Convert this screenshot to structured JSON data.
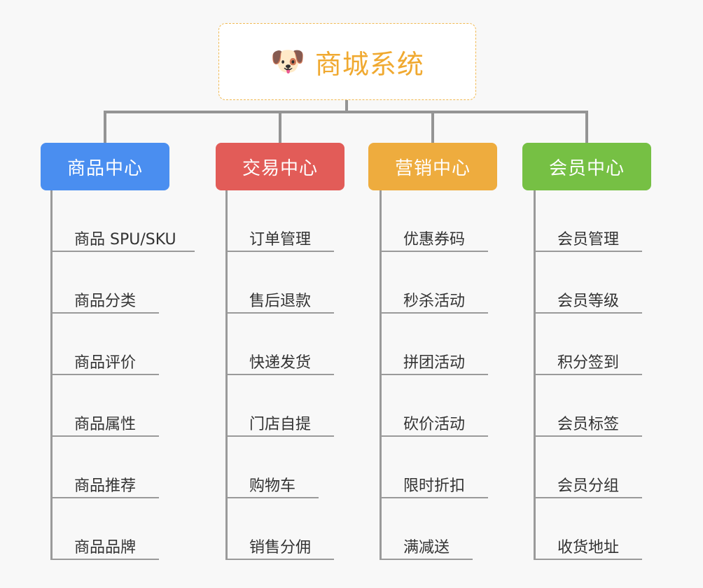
{
  "diagram": {
    "type": "mind-map",
    "background_color": "#f8f8f8",
    "connector_color": "#949494",
    "root": {
      "emoji": "🐶",
      "emoji_name": "shiba-inu-dog-face",
      "title": "商城系统",
      "text_color": "#f0a930",
      "border_color": "#f0b952",
      "background_color": "#ffffff"
    },
    "branches": [
      {
        "label": "商品中心",
        "color": "#4a8ef0",
        "items": [
          "商品 SPU/SKU",
          "商品分类",
          "商品评价",
          "商品属性",
          "商品推荐",
          "商品品牌"
        ]
      },
      {
        "label": "交易中心",
        "color": "#e25c58",
        "items": [
          "订单管理",
          "售后退款",
          "快递发货",
          "门店自提",
          "购物车",
          "销售分佣"
        ]
      },
      {
        "label": "营销中心",
        "color": "#eeac3e",
        "items": [
          "优惠券码",
          "秒杀活动",
          "拼团活动",
          "砍价活动",
          "限时折扣",
          "满减送"
        ]
      },
      {
        "label": "会员中心",
        "color": "#76c044",
        "items": [
          "会员管理",
          "会员等级",
          "积分签到",
          "会员标签",
          "会员分组",
          "收货地址"
        ]
      }
    ]
  }
}
